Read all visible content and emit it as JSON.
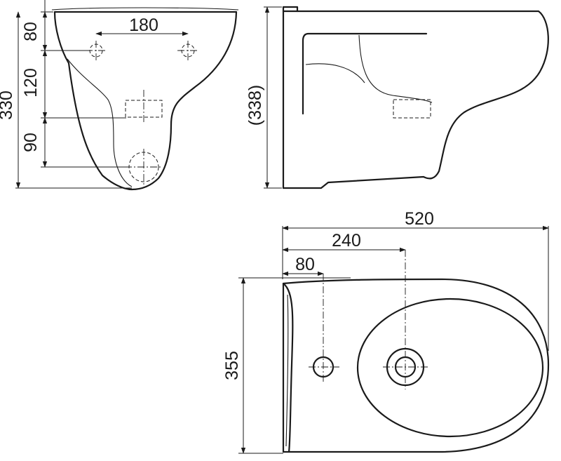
{
  "front_view": {
    "dim_total_height": "330",
    "dim_top_to_holes": "80",
    "dim_holes_to_inlet": "120",
    "dim_inlet_to_outlet": "90",
    "dim_hole_spacing": "180"
  },
  "side_view": {
    "dim_height": "(338)"
  },
  "top_view": {
    "dim_length": "520",
    "dim_to_outlet": "240",
    "dim_to_inlet": "80",
    "dim_width": "355"
  }
}
